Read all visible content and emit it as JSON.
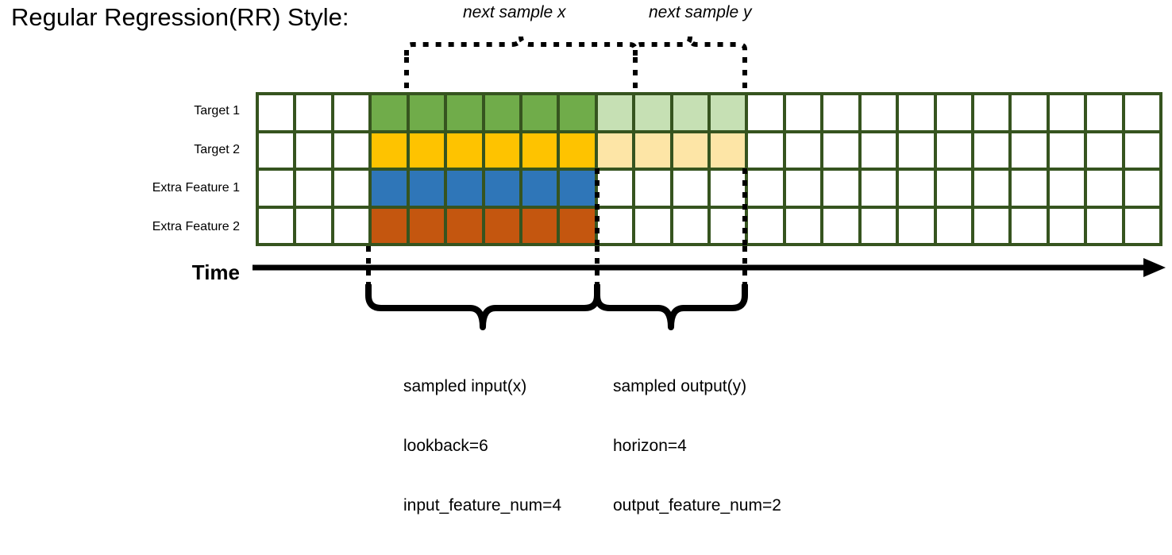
{
  "page": {
    "title": "Regular Regression(RR) Style:",
    "background": "#ffffff"
  },
  "colors": {
    "grid_border": "#36541F",
    "target1": "#70AC4A",
    "target1_faded": "#C6E0B4",
    "target2": "#FEC300",
    "target2_faded": "#FDE5A6",
    "extra_feature1": "#2F76B8",
    "extra_feature2": "#C4560F",
    "empty_cell": "#ffffff",
    "annotation": "#000000"
  },
  "top_annotations": {
    "next_sample_x": "next sample x",
    "next_sample_y": "next sample y"
  },
  "rows": [
    {
      "label": "Target 1",
      "key": "target1"
    },
    {
      "label": "Target 2",
      "key": "target2"
    },
    {
      "label": "Extra Feature 1",
      "key": "extra1"
    },
    {
      "label": "Extra Feature 2",
      "key": "extra2"
    }
  ],
  "grid": {
    "columns": 24,
    "row_count": 4,
    "input_start_col": 4,
    "input_end_col": 9,
    "output_start_col": 10,
    "output_end_col": 13,
    "cell_states": {
      "target1": [
        "empty",
        "empty",
        "empty",
        "green",
        "green",
        "green",
        "green",
        "green",
        "green",
        "green-l",
        "green-l",
        "green-l",
        "green-l",
        "empty",
        "empty",
        "empty",
        "empty",
        "empty",
        "empty",
        "empty",
        "empty",
        "empty",
        "empty",
        "empty"
      ],
      "target2": [
        "empty",
        "empty",
        "empty",
        "yellow",
        "yellow",
        "yellow",
        "yellow",
        "yellow",
        "yellow",
        "yellow-l",
        "yellow-l",
        "yellow-l",
        "yellow-l",
        "empty",
        "empty",
        "empty",
        "empty",
        "empty",
        "empty",
        "empty",
        "empty",
        "empty",
        "empty",
        "empty"
      ],
      "extra1": [
        "empty",
        "empty",
        "empty",
        "blue",
        "blue",
        "blue",
        "blue",
        "blue",
        "blue",
        "empty",
        "empty",
        "empty",
        "empty",
        "empty",
        "empty",
        "empty",
        "empty",
        "empty",
        "empty",
        "empty",
        "empty",
        "empty",
        "empty",
        "empty"
      ],
      "extra2": [
        "empty",
        "empty",
        "empty",
        "orange",
        "orange",
        "orange",
        "orange",
        "orange",
        "orange",
        "empty",
        "empty",
        "empty",
        "empty",
        "empty",
        "empty",
        "empty",
        "empty",
        "empty",
        "empty",
        "empty",
        "empty",
        "empty",
        "empty",
        "empty"
      ]
    }
  },
  "time_axis": {
    "label": "Time",
    "arrow_direction": "right"
  },
  "bottom_annotations": {
    "input": {
      "line1": "sampled input(x)",
      "line2": "lookback=6",
      "line3": "input_feature_num=4"
    },
    "output": {
      "line1": "sampled output(y)",
      "line2": "horizon=4",
      "line3": "output_feature_num=2"
    }
  }
}
